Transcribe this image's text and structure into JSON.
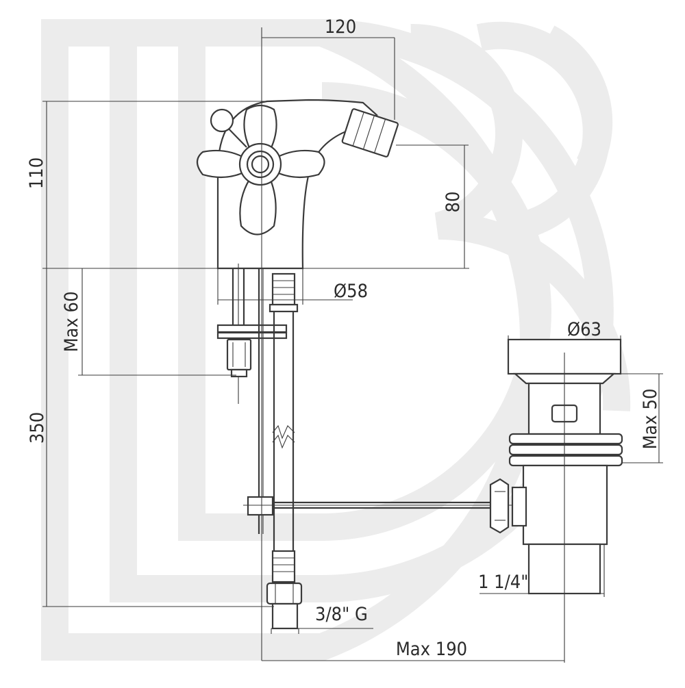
{
  "watermark": {
    "color": "#ececec"
  },
  "drawing": {
    "line_color": "#3a3a3a",
    "text_color": "#2b2b2b"
  },
  "dimensions": {
    "spout_reach": "120",
    "total_height": "110",
    "spout_height": "80",
    "base_diameter": "Ø58",
    "max_deck_thickness": "Max 60",
    "hose_length": "350",
    "waste_diameter": "Ø63",
    "waste_max_height": "Max 50",
    "waste_thread": "1 1/4\"",
    "supply_thread": "3/8\" G",
    "pop_up_reach": "Max 190"
  }
}
